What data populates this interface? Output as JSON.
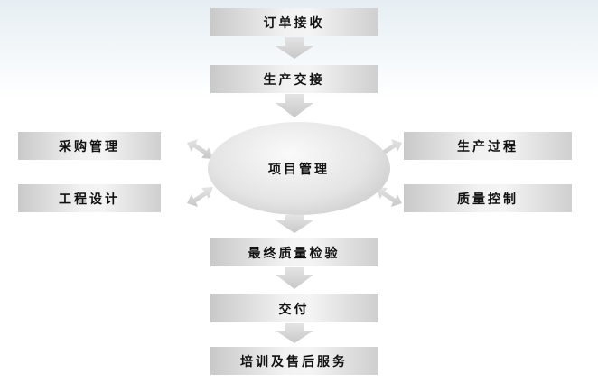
{
  "steps": {
    "order": "订单接收",
    "handover": "生产交接",
    "center": "项目管理",
    "purchase": "采购管理",
    "engineering": "工程设计",
    "production": "生产过程",
    "quality": "质量控制",
    "inspection": "最终质量检验",
    "delivery": "交付",
    "training": "培训及售后服务"
  }
}
